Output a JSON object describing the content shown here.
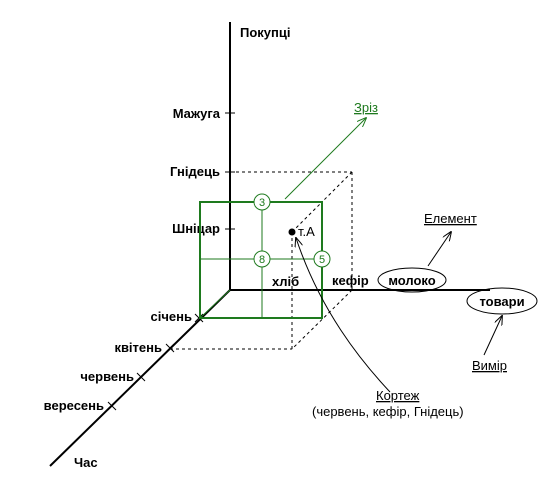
{
  "axes": {
    "vertical": "Покупці",
    "horizontal": "товари",
    "diagonal": "Час"
  },
  "vertical_ticks": [
    "Мажуга",
    "Гнідець",
    "Шніцар"
  ],
  "horizontal_ticks": [
    "хліб",
    "кефір",
    "молоко"
  ],
  "diagonal_ticks": [
    "січень",
    "квітень",
    "червень",
    "вересень"
  ],
  "point_label": "т.А",
  "cell_numbers": {
    "top": "3",
    "left": "8",
    "right": "5"
  },
  "slice_label": "Зріз",
  "element_label": "Елемент",
  "dimension_label": "Вимір",
  "tuple_label": "Кортеж",
  "tuple_value": "(червень, кефір, Гнідець)",
  "colors": {
    "slice": "#1e7a1e",
    "lines": "#000000"
  }
}
